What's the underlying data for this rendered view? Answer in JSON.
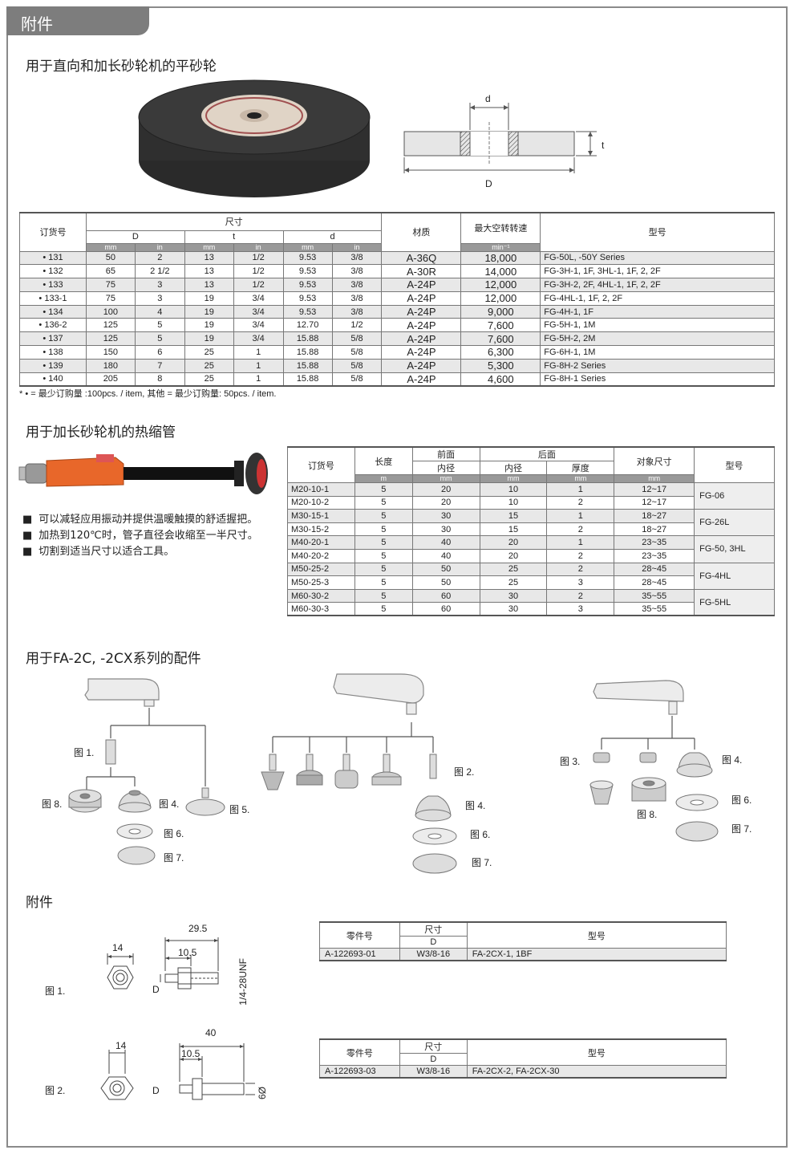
{
  "header": {
    "tab_title": "附件"
  },
  "section1": {
    "title": "用于直向和加长砂轮机的平砂轮",
    "diagram_labels": {
      "d": "d",
      "t": "t",
      "D": "D"
    },
    "table": {
      "col_order": "订货号",
      "col_size": "尺寸",
      "col_D": "D",
      "col_t": "t",
      "col_d": "d",
      "col_material": "材质",
      "col_speed": "最大空转转速",
      "col_model": "型号",
      "unit_mm": "mm",
      "unit_in": "in",
      "unit_speed": "min⁻¹",
      "rows": [
        {
          "order": "• 131",
          "D_mm": "50",
          "D_in": "2",
          "t_mm": "13",
          "t_in": "1/2",
          "d_mm": "9.53",
          "d_in": "3/8",
          "material": "A-36Q",
          "speed": "18,000",
          "model": "FG-50L, -50Y Series"
        },
        {
          "order": "• 132",
          "D_mm": "65",
          "D_in": "2 1/2",
          "t_mm": "13",
          "t_in": "1/2",
          "d_mm": "9.53",
          "d_in": "3/8",
          "material": "A-30R",
          "speed": "14,000",
          "model": "FG-3H-1, 1F, 3HL-1, 1F, 2, 2F"
        },
        {
          "order": "• 133",
          "D_mm": "75",
          "D_in": "3",
          "t_mm": "13",
          "t_in": "1/2",
          "d_mm": "9.53",
          "d_in": "3/8",
          "material": "A-24P",
          "speed": "12,000",
          "model": "FG-3H-2, 2F, 4HL-1, 1F, 2, 2F"
        },
        {
          "order": "• 133-1",
          "D_mm": "75",
          "D_in": "3",
          "t_mm": "19",
          "t_in": "3/4",
          "d_mm": "9.53",
          "d_in": "3/8",
          "material": "A-24P",
          "speed": "12,000",
          "model": "FG-4HL-1, 1F, 2, 2F"
        },
        {
          "order": "• 134",
          "D_mm": "100",
          "D_in": "4",
          "t_mm": "19",
          "t_in": "3/4",
          "d_mm": "9.53",
          "d_in": "3/8",
          "material": "A-24P",
          "speed": "9,000",
          "model": "FG-4H-1, 1F"
        },
        {
          "order": "• 136-2",
          "D_mm": "125",
          "D_in": "5",
          "t_mm": "19",
          "t_in": "3/4",
          "d_mm": "12.70",
          "d_in": "1/2",
          "material": "A-24P",
          "speed": "7,600",
          "model": "FG-5H-1, 1M"
        },
        {
          "order": "• 137",
          "D_mm": "125",
          "D_in": "5",
          "t_mm": "19",
          "t_in": "3/4",
          "d_mm": "15.88",
          "d_in": "5/8",
          "material": "A-24P",
          "speed": "7,600",
          "model": "FG-5H-2, 2M"
        },
        {
          "order": "• 138",
          "D_mm": "150",
          "D_in": "6",
          "t_mm": "25",
          "t_in": "1",
          "d_mm": "15.88",
          "d_in": "5/8",
          "material": "A-24P",
          "speed": "6,300",
          "model": "FG-6H-1, 1M"
        },
        {
          "order": "• 139",
          "D_mm": "180",
          "D_in": "7",
          "t_mm": "25",
          "t_in": "1",
          "d_mm": "15.88",
          "d_in": "5/8",
          "material": "A-24P",
          "speed": "5,300",
          "model": "FG-8H-2 Series"
        },
        {
          "order": "• 140",
          "D_mm": "205",
          "D_in": "8",
          "t_mm": "25",
          "t_in": "1",
          "d_mm": "15.88",
          "d_in": "5/8",
          "material": "A-24P",
          "speed": "4,600",
          "model": "FG-8H-1 Series"
        }
      ]
    },
    "note": "* • = 最少订购量 :100pcs. / item, 其他 = 最少订购量: 50pcs. / item."
  },
  "section2": {
    "title": "用于加长砂轮机的热缩管",
    "bullets": [
      "可以减轻应用振动并提供温暖触摸的舒适握把。",
      "加热到120℃时，管子直径会收缩至一半尺寸。",
      "切割到适当尺寸以适合工具。"
    ],
    "table": {
      "col_order": "订货号",
      "col_length": "长度",
      "col_front": "前面",
      "col_back": "后面",
      "col_inner": "内径",
      "col_thick": "厚度",
      "col_target": "对象尺寸",
      "col_model": "型号",
      "unit_m": "m",
      "unit_mm": "mm",
      "rows": [
        {
          "order": "M20-10-1",
          "length": "5",
          "front": "20",
          "back": "10",
          "thick": "1",
          "target": "12~17"
        },
        {
          "order": "M20-10-2",
          "length": "5",
          "front": "20",
          "back": "10",
          "thick": "2",
          "target": "12~17"
        },
        {
          "order": "M30-15-1",
          "length": "5",
          "front": "30",
          "back": "15",
          "thick": "1",
          "target": "18~27"
        },
        {
          "order": "M30-15-2",
          "length": "5",
          "front": "30",
          "back": "15",
          "thick": "2",
          "target": "18~27"
        },
        {
          "order": "M40-20-1",
          "length": "5",
          "front": "40",
          "back": "20",
          "thick": "1",
          "target": "23~35"
        },
        {
          "order": "M40-20-2",
          "length": "5",
          "front": "40",
          "back": "20",
          "thick": "2",
          "target": "23~35"
        },
        {
          "order": "M50-25-2",
          "length": "5",
          "front": "50",
          "back": "25",
          "thick": "2",
          "target": "28~45"
        },
        {
          "order": "M50-25-3",
          "length": "5",
          "front": "50",
          "back": "25",
          "thick": "3",
          "target": "28~45"
        },
        {
          "order": "M60-30-2",
          "length": "5",
          "front": "60",
          "back": "30",
          "thick": "2",
          "target": "35~55"
        },
        {
          "order": "M60-30-3",
          "length": "5",
          "front": "60",
          "back": "30",
          "thick": "3",
          "target": "35~55"
        }
      ],
      "models": [
        "FG-06",
        "FG-26L",
        "FG-50, 3HL",
        "FG-4HL",
        "FG-5HL"
      ]
    }
  },
  "section3": {
    "title": "用于FA-2C, -2CX系列的配件",
    "labels": {
      "fig1": "图 1.",
      "fig2": "图 2.",
      "fig3": "图 3.",
      "fig4": "图 4.",
      "fig5": "图 5.",
      "fig6": "图 6.",
      "fig7": "图 7.",
      "fig8": "图 8."
    }
  },
  "section4": {
    "title": "附件",
    "fig1": {
      "label": "图 1.",
      "dim_hex": "14",
      "dim_total": "29.5",
      "dim_thread": "10.5",
      "dim_D": "D",
      "thread_spec": "1/4-28UNF"
    },
    "fig2": {
      "label": "图 2.",
      "dim_hex": "14",
      "dim_total": "40",
      "dim_thread": "10.5",
      "dim_D": "D",
      "dim_shank": "6Ø"
    },
    "table1": {
      "col_part": "零件号",
      "col_size": "尺寸",
      "col_D": "D",
      "col_model": "型号",
      "part": "A-122693-01",
      "size": "W3/8-16",
      "model": "FA-2CX-1, 1BF"
    },
    "table2": {
      "col_part": "零件号",
      "col_size": "尺寸",
      "col_D": "D",
      "col_model": "型号",
      "part": "A-122693-03",
      "size": "W3/8-16",
      "model": "FA-2CX-2, FA-2CX-30"
    }
  }
}
